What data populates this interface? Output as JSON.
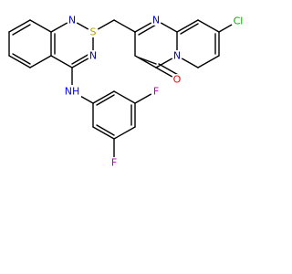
{
  "structure": {
    "atoms": {
      "cl": {
        "symbol": "Cl",
        "color": "#00aa00"
      },
      "o": {
        "symbol": "O",
        "color": "#ff0000"
      },
      "n_pyrimidine_top": {
        "symbol": "N",
        "color": "#0000ff"
      },
      "n_bridgehead": {
        "symbol": "N",
        "color": "#0000ff"
      },
      "s": {
        "symbol": "S",
        "color": "#b8a000"
      },
      "n_quin_1": {
        "symbol": "N",
        "color": "#0000ff"
      },
      "n_quin_3": {
        "symbol": "N",
        "color": "#0000ff"
      },
      "nh": {
        "symbol": "NH",
        "color": "#0000ff"
      },
      "f_top": {
        "symbol": "F",
        "color": "#b000b0"
      },
      "f_bottom": {
        "symbol": "F",
        "color": "#b000b0"
      }
    }
  }
}
